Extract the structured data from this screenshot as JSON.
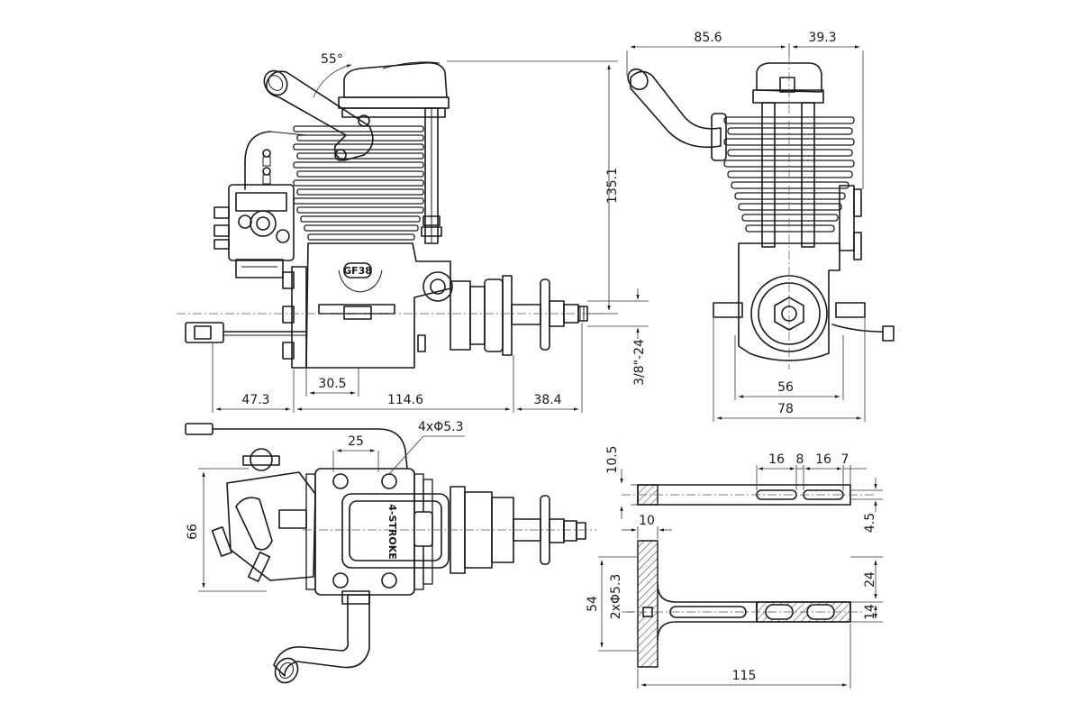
{
  "dimensions": {
    "angle_55": "55°",
    "h_135_1": "135.1",
    "w_85_6": "85.6",
    "w_39_3": "39.3",
    "w_30_5": "30.5",
    "w_47_3": "47.3",
    "w_114_6": "114.6",
    "w_38_4": "38.4",
    "thread": "3/8\"-24",
    "w_56": "56",
    "w_78": "78",
    "w_25": "25",
    "holes_4x": "4xΦ5.3",
    "h_66": "66",
    "h_10_5": "10.5",
    "s_16a": "16",
    "s_8": "8",
    "s_16b": "16",
    "s_7": "7",
    "h_4_5": "4.5",
    "w_10": "10",
    "h_54": "54",
    "holes_2x": "2xΦ5.3",
    "h_24": "24",
    "h_14": "14",
    "w_115": "115"
  },
  "labels": {
    "crankcase_mark": "GF38",
    "cover_mark": "4-STROKE"
  }
}
